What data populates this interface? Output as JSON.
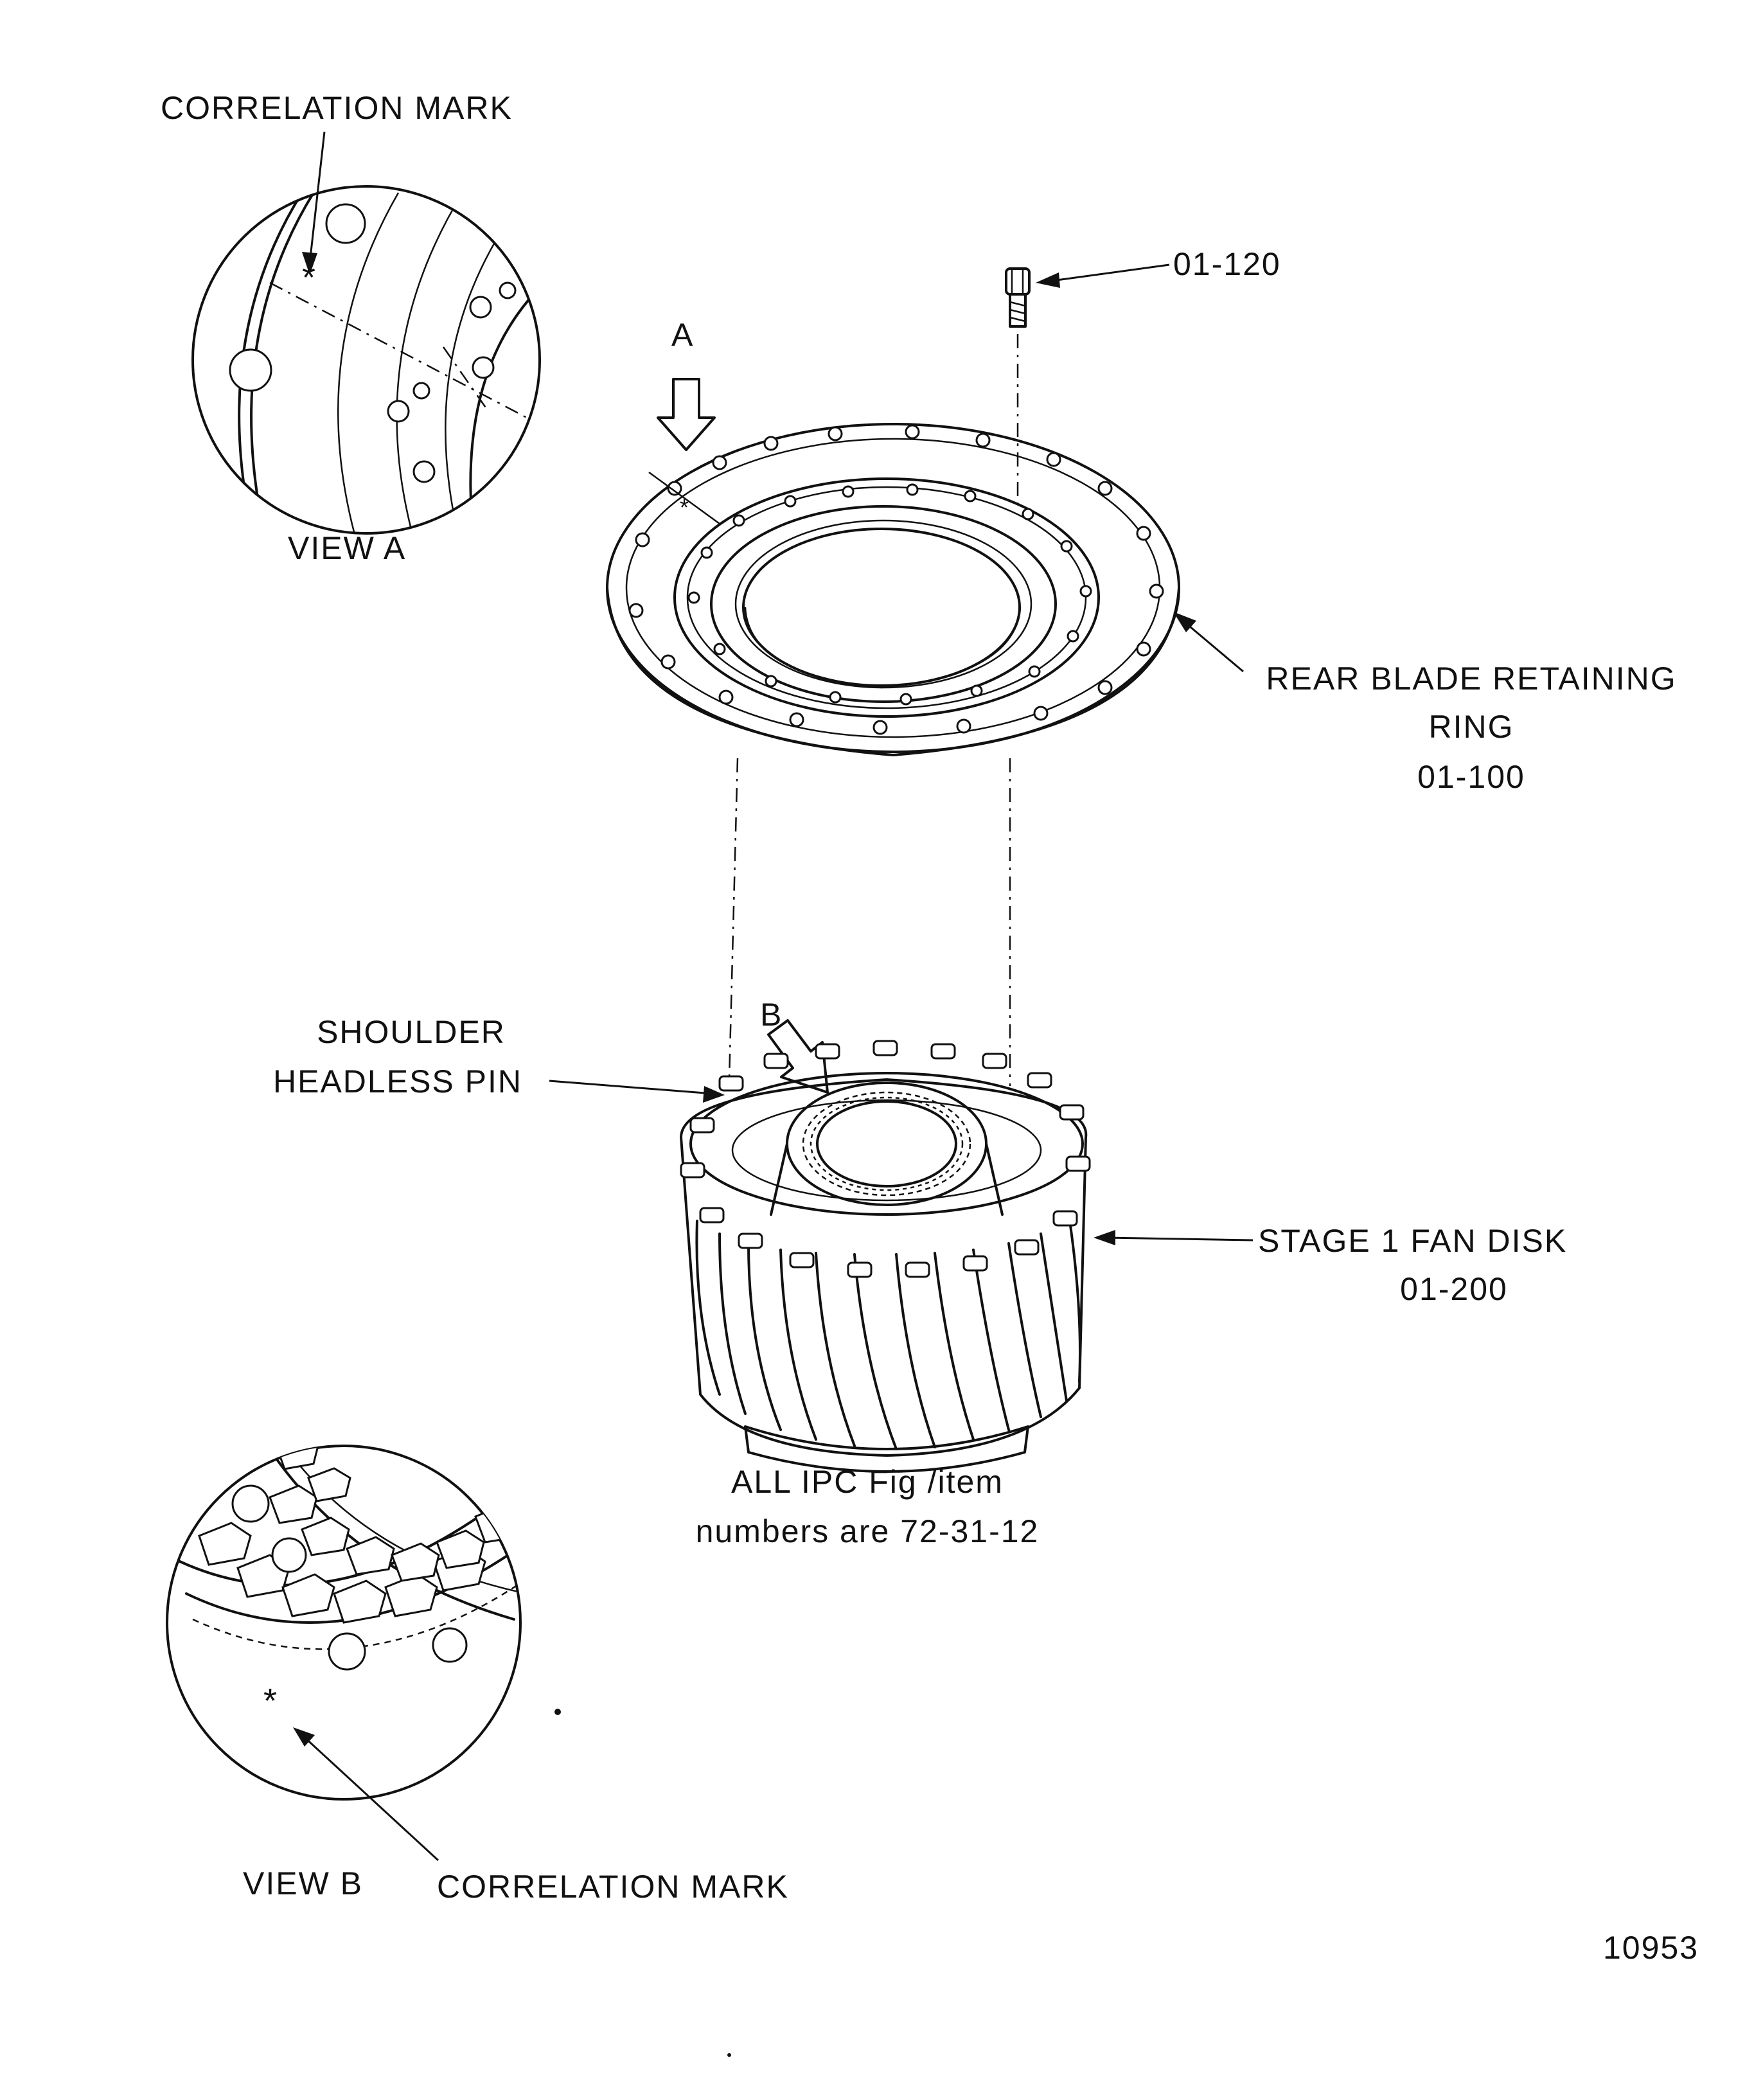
{
  "labels": {
    "correlation_mark_top": "CORRELATION MARK",
    "view_a": "VIEW A",
    "arrow_a": "A",
    "bolt_ref": "01-120",
    "ring_name_line1": "REAR BLADE RETAINING",
    "ring_name_line2": "RING",
    "ring_ref": "01-100",
    "pin_name_line1": "SHOULDER",
    "pin_name_line2": "HEADLESS PIN",
    "arrow_b": "B",
    "disk_name": "STAGE 1 FAN DISK",
    "disk_ref": "01-200",
    "note_line1": "ALL IPC Fig /item",
    "note_line2": "numbers are 72-31-12",
    "view_b": "VIEW B",
    "correlation_mark_bottom": "CORRELATION MARK",
    "figure_number": "10953"
  },
  "marks": {
    "correlation_symbol": "*"
  },
  "icons": [
    "view-a-detail-icon",
    "view-b-detail-icon",
    "bolt-icon",
    "retaining-ring-icon",
    "fan-disk-icon",
    "arrow-a-icon",
    "arrow-b-icon"
  ]
}
